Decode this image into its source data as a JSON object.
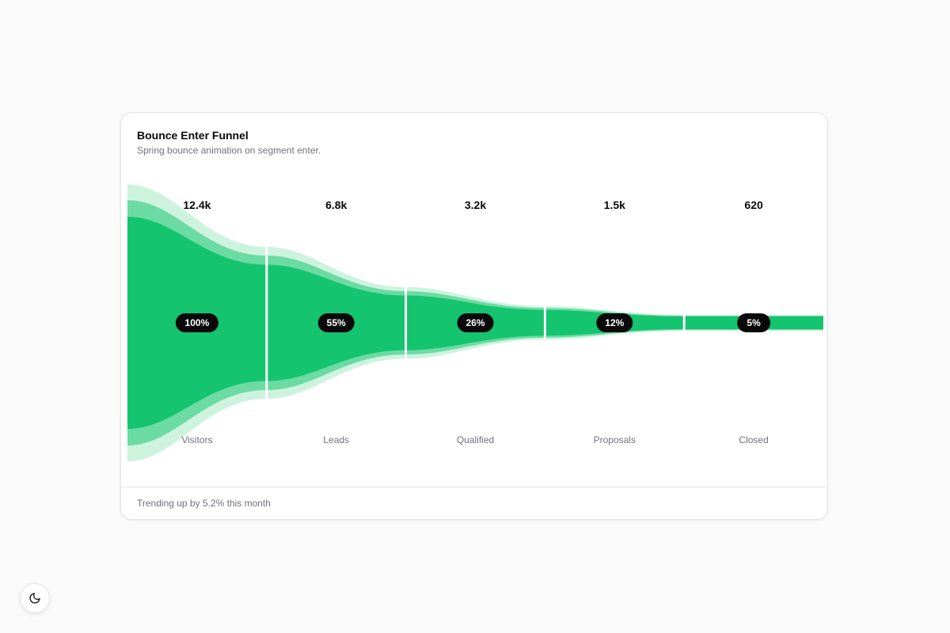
{
  "card": {
    "title": "Bounce Enter Funnel",
    "subtitle": "Spring bounce animation on segment enter.",
    "footer": "Trending up by 5.2% this month"
  },
  "theme_toggle": {
    "icon": "moon-icon"
  },
  "colors": {
    "fill_main": "#14c46e",
    "fill_mid": "#6cdba3",
    "fill_light": "#cdf3df",
    "badge_bg": "#0a0a0a",
    "badge_text": "#ffffff",
    "separator": "#ffffff"
  },
  "chart_data": {
    "type": "funnel",
    "title": "Bounce Enter Funnel",
    "categories": [
      "Visitors",
      "Leads",
      "Qualified",
      "Proposals",
      "Closed"
    ],
    "values": [
      12400,
      6800,
      3200,
      1500,
      620
    ],
    "value_labels": [
      "12.4k",
      "6.8k",
      "3.2k",
      "1.5k",
      "620"
    ],
    "percent_labels": [
      "100%",
      "55%",
      "26%",
      "12%",
      "5%"
    ],
    "percents": [
      100,
      55,
      26,
      12,
      5
    ],
    "layers": 3
  }
}
